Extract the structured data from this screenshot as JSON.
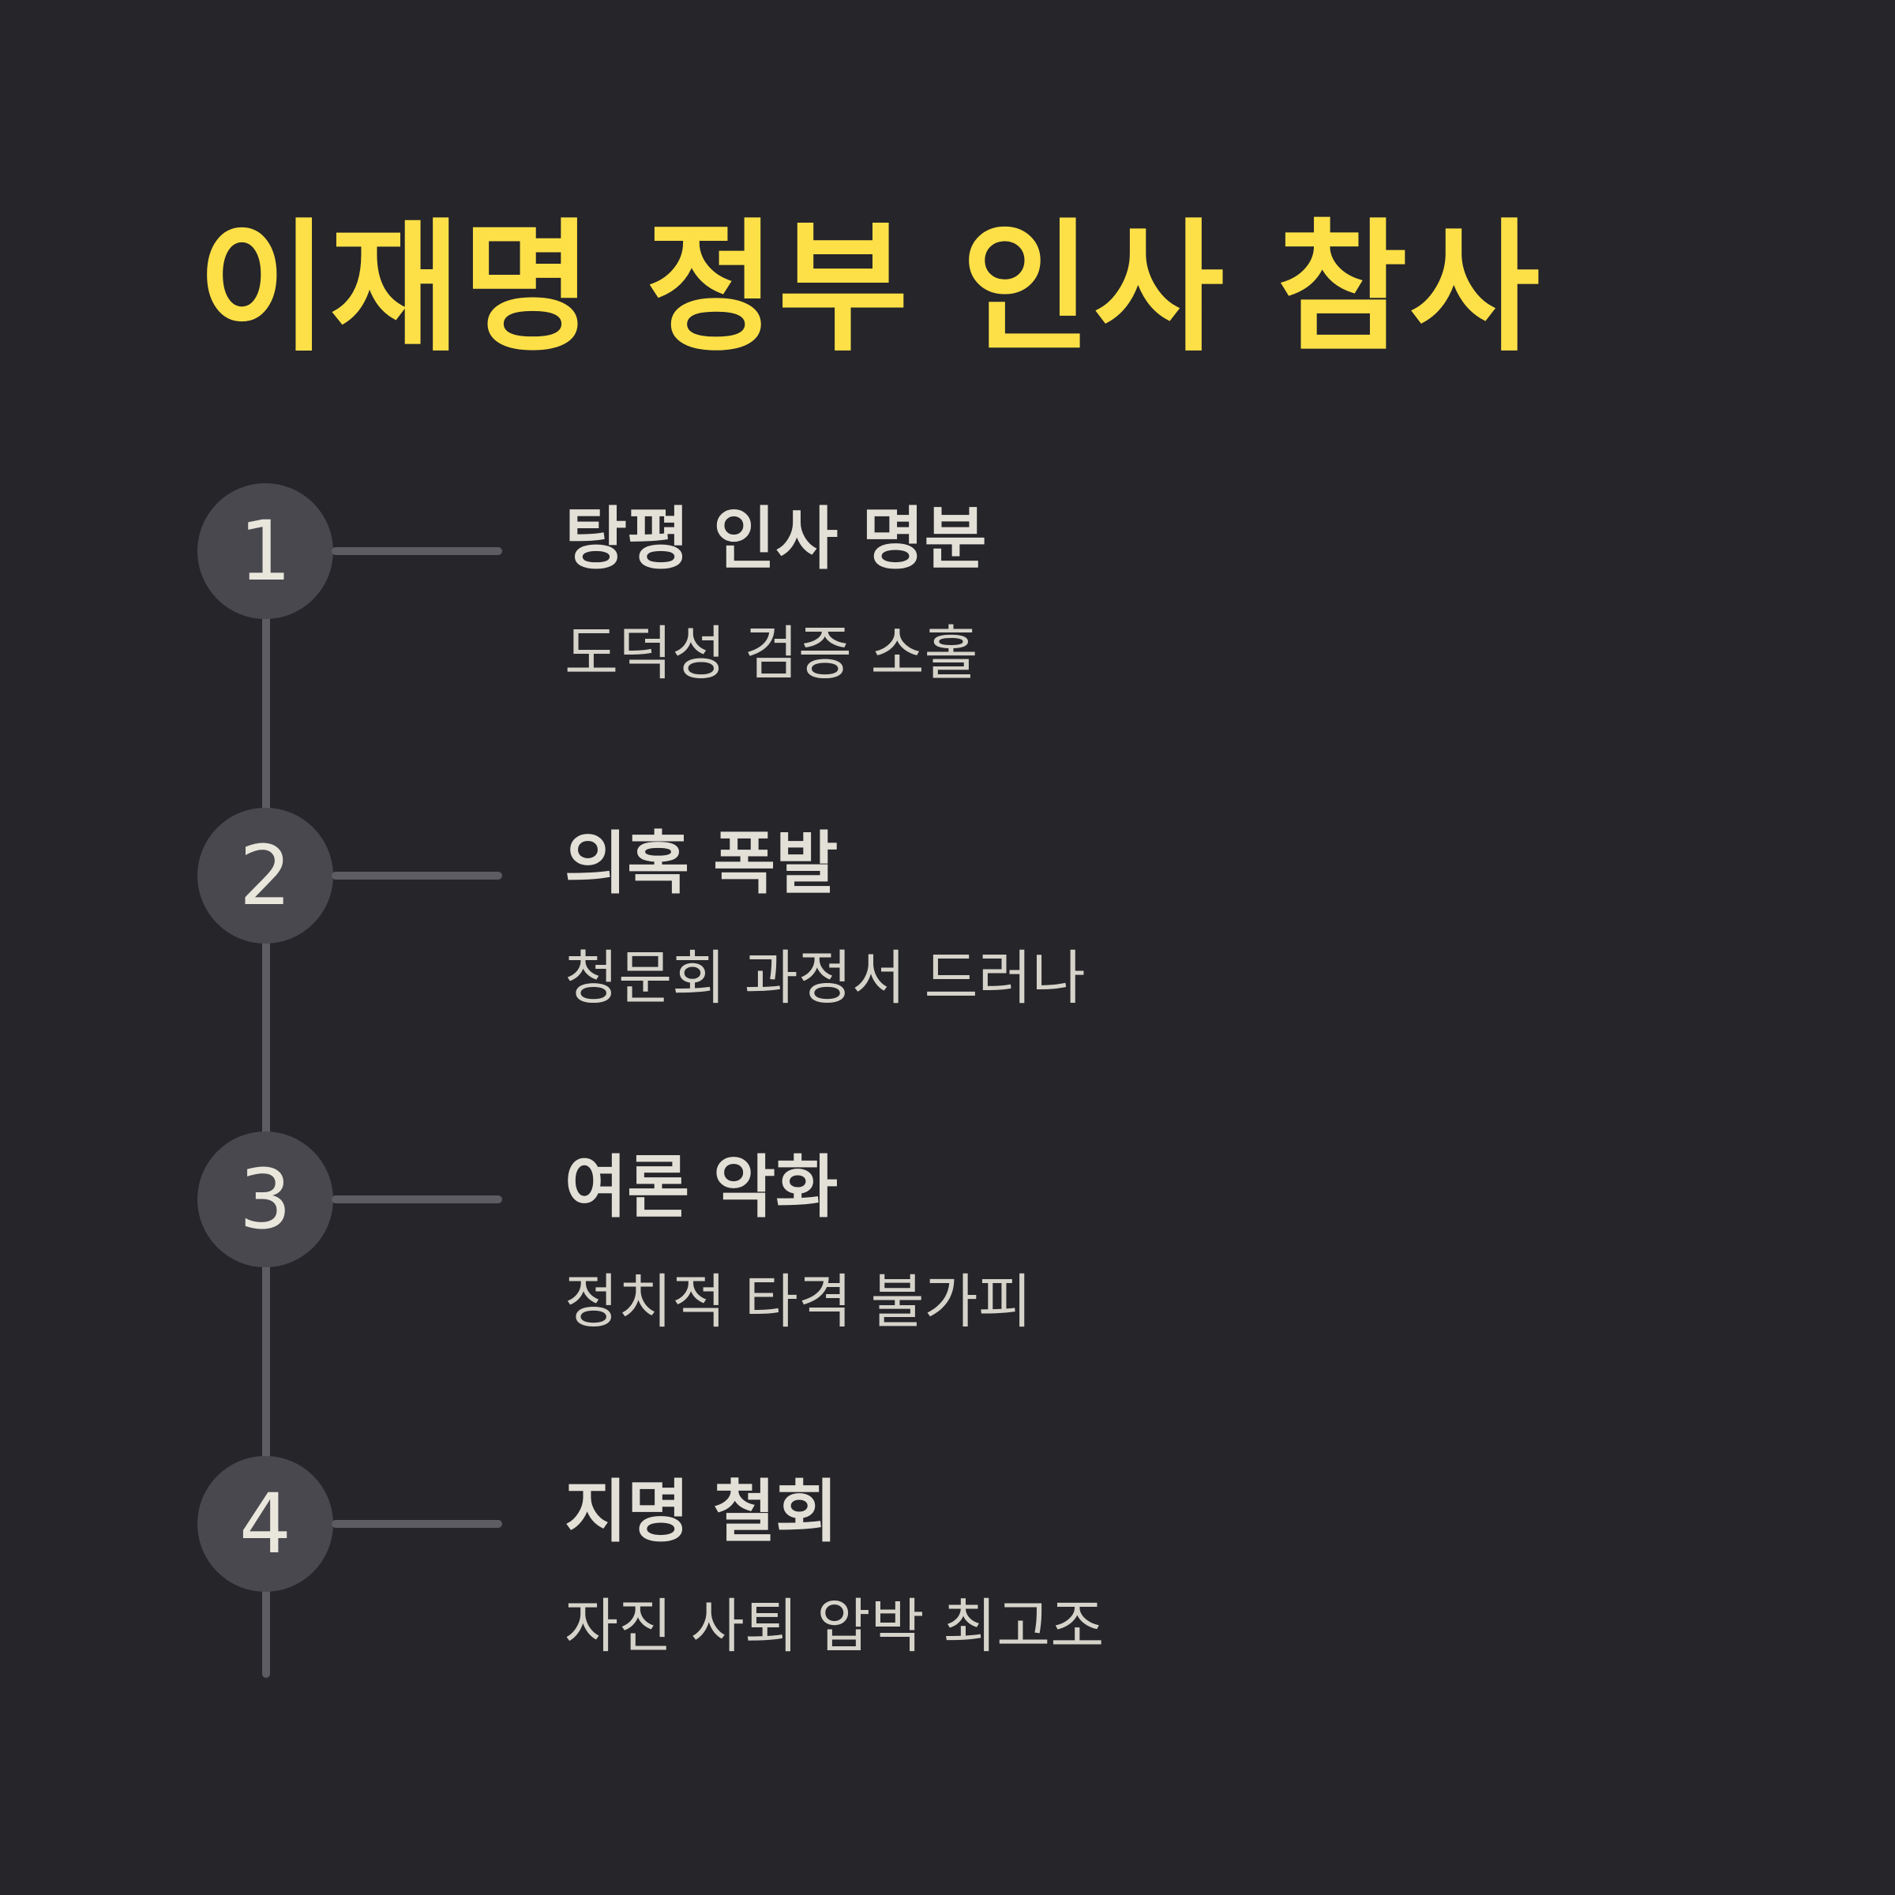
{
  "title": "이재명 정부 인사 참사",
  "steps": [
    {
      "number": "1",
      "title": "탕평 인사 명분",
      "description": "도덕성 검증 소홀"
    },
    {
      "number": "2",
      "title": "의혹 폭발",
      "description": "청문회 과정서 드러나"
    },
    {
      "number": "3",
      "title": "여론 악화",
      "description": "정치적 타격 불가피"
    },
    {
      "number": "4",
      "title": "지명 철회",
      "description": "자진 사퇴 압박 최고조"
    }
  ],
  "colors": {
    "background": "#25252a",
    "title": "#fde047",
    "circle": "#48484e",
    "line": "#5c5c62",
    "text": "#e3e0d7"
  }
}
